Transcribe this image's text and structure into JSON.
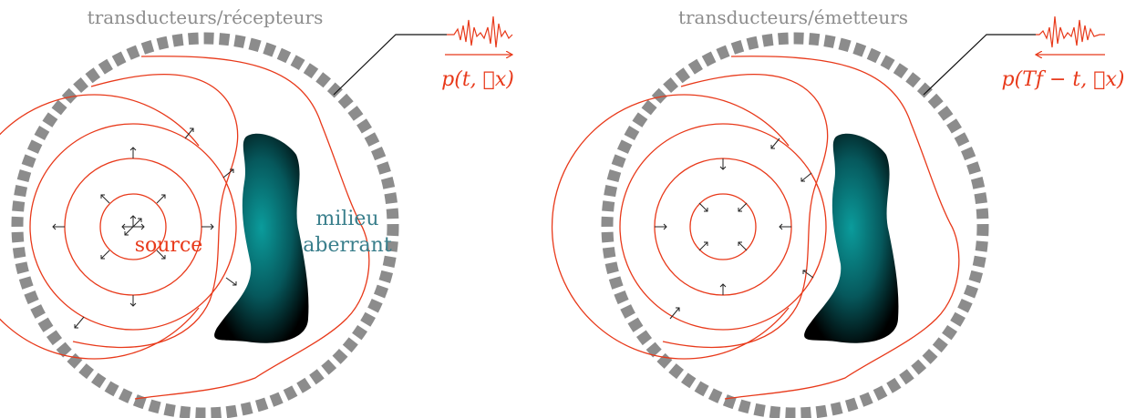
{
  "panels": [
    {
      "ring_label": "transducteurs/récepteurs",
      "signal_label": "p(t, ⃗x)",
      "source_label": "source",
      "medium_label": "milieu aberrant",
      "medium_label_line1": "milieu",
      "medium_label_line2": "aberrant",
      "arrow_direction": "outward"
    },
    {
      "ring_label": "transducteurs/émetteurs",
      "signal_label": "p(Tf − t, ⃗x)",
      "arrow_direction": "inward"
    }
  ],
  "colors": {
    "ring": "#8c8c8c",
    "wave": "#e8391a",
    "medium_center": "#0b9c9c",
    "medium_edge": "#000000",
    "medium_text": "#3a7f8c",
    "arrow": "#222222"
  }
}
